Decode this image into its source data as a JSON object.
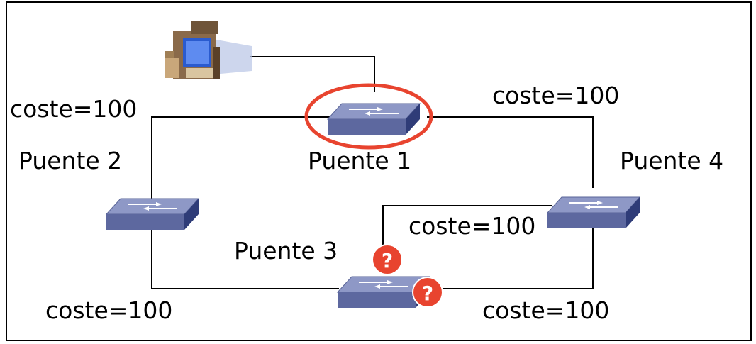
{
  "bridges": {
    "b1": {
      "label": "Puente 1",
      "is_root": true
    },
    "b2": {
      "label": "Puente 2"
    },
    "b3": {
      "label": "Puente 3"
    },
    "b4": {
      "label": "Puente 4"
    }
  },
  "links": {
    "b1_b2": {
      "cost": "coste=100"
    },
    "b1_b4": {
      "cost": "coste=100"
    },
    "b2_b3": {
      "cost": "coste=100"
    },
    "b3_b4_upper": {
      "cost": "coste=100"
    },
    "b3_b4_lower": {
      "cost": "coste=100"
    }
  },
  "question_badges": [
    "?",
    "?"
  ],
  "colors": {
    "switch_top": "#8e98c6",
    "switch_front": "#5d689f",
    "switch_side": "#2f3c78",
    "root_highlight": "#e8442f",
    "badge": "#e8442f",
    "line": "#000000"
  },
  "icons": {
    "host": "desktop-computer-icon",
    "bridge": "network-switch-icon",
    "unknown": "question-mark-icon"
  }
}
